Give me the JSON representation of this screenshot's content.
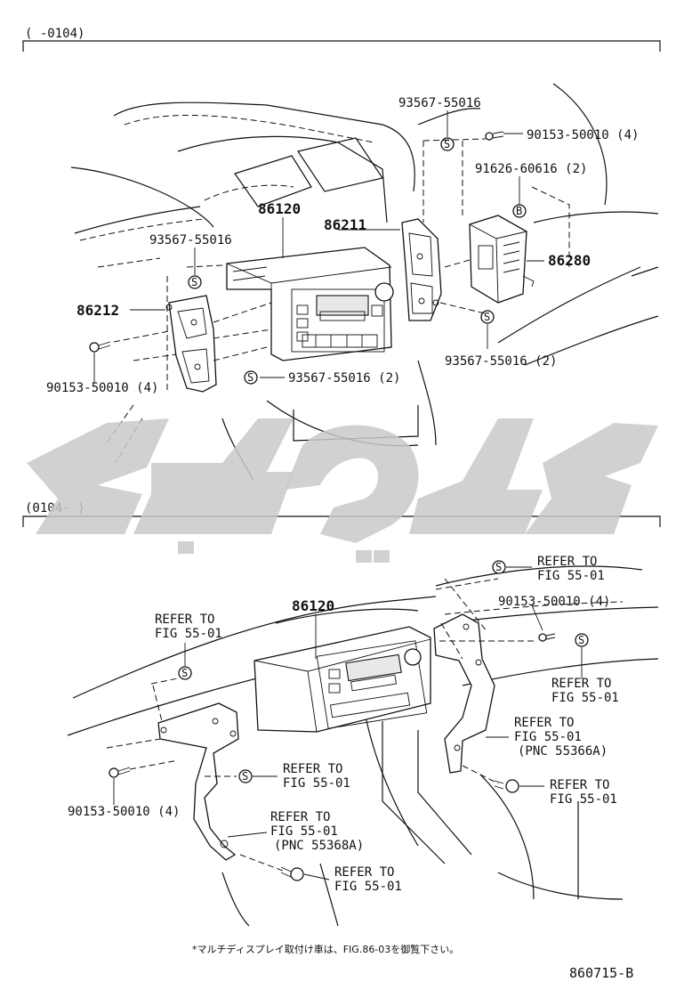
{
  "sections": {
    "top": {
      "range_label": "(      -0104)"
    },
    "bottom": {
      "range_label": "(0104-      )"
    }
  },
  "labels": {
    "t_86120": "86120",
    "t_86211": "86211",
    "t_86212": "86212",
    "t_86280": "86280",
    "t_93567_a": "93567-55016",
    "t_93567_b": "93567-55016",
    "t_93567_c": "93567-55016 (2)",
    "t_93567_d": "93567-55016 (2)",
    "t_90153_a": "90153-50010 (4)",
    "t_90153_b": "90153-50010 (4)",
    "t_91626": "91626-60616 (2)",
    "b_86120": "86120",
    "b_90153_a": "90153-50010 (4)",
    "b_90153_b": "90153-50010 (4)",
    "refer_to": "REFER TO",
    "fig": "FIG 55-01",
    "pnc_a": "(PNC 55366A)",
    "pnc_b": "(PNC 55368A)"
  },
  "symbols": {
    "s": "S",
    "b": "B"
  },
  "footnote": "*マルチディスプレイ取付け車は、FIG.86-03を御覧下さい。",
  "figure_id": "860715-B",
  "watermark": "كوبيك"
}
